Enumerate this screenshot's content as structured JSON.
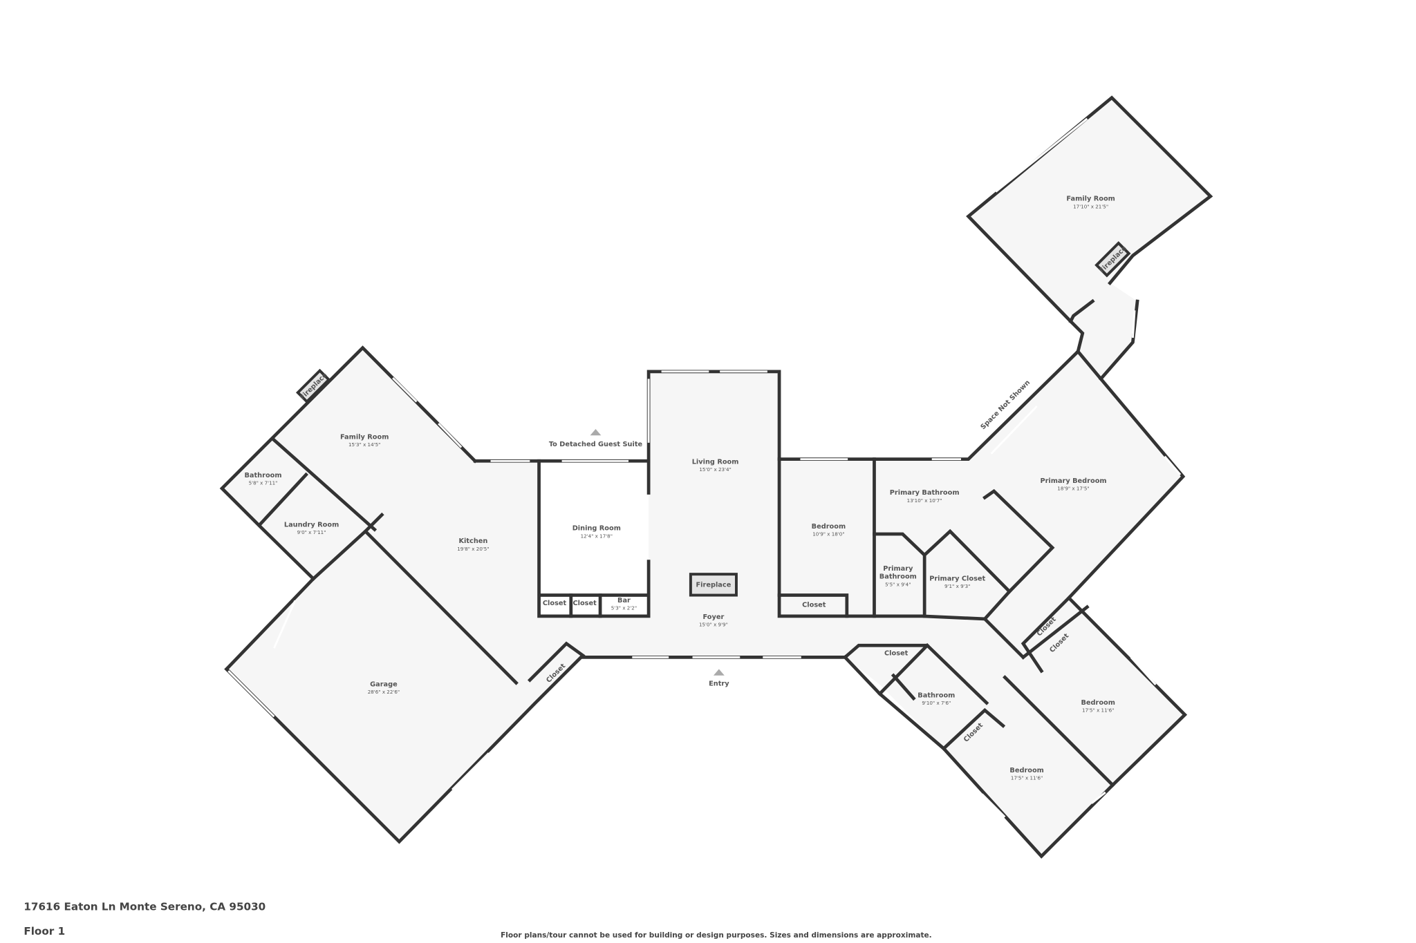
{
  "floor_plan": {
    "rooms": [
      {
        "name": "Family Room",
        "dims": "15'3\" x 14'5\""
      },
      {
        "name": "Bathroom",
        "dims": "5'8\" x 7'11\""
      },
      {
        "name": "Laundry Room",
        "dims": "9'0\" x 7'11\""
      },
      {
        "name": "Kitchen",
        "dims": "19'8\" x 20'5\""
      },
      {
        "name": "Garage",
        "dims": "28'6\" x 22'6\""
      },
      {
        "name": "Dining Room",
        "dims": "12'4\" x 17'8\""
      },
      {
        "name": "Living Room",
        "dims": "15'0\" x 23'4\""
      },
      {
        "name": "Foyer",
        "dims": "15'0\" x 9'9\""
      },
      {
        "name": "Bar",
        "dims": "5'3\" x 2'2\""
      },
      {
        "name": "Bedroom",
        "dims": "10'9\" x 18'0\""
      },
      {
        "name": "Primary Bathroom",
        "dims": "13'10\" x 10'7\""
      },
      {
        "name": "Primary Bathroom",
        "dims": "5'5\" x 9'4\""
      },
      {
        "name": "Primary Closet",
        "dims": "9'1\" x 9'3\""
      },
      {
        "name": "Primary Bedroom",
        "dims": "18'9\" x 17'5\""
      },
      {
        "name": "Family Room",
        "dims": "17'10\" x 21'5\""
      },
      {
        "name": "Bathroom",
        "dims": "9'10\" x 7'6\""
      },
      {
        "name": "Bedroom",
        "dims": "17'5\" x 11'6\""
      },
      {
        "name": "Bedroom",
        "dims": "17'5\" x 11'6\""
      }
    ],
    "closet_label": "Closet",
    "fireplace_label": "Fireplace",
    "space_not_shown": "Space Not Shown",
    "guest_suite_marker": "To Detached Guest Suite",
    "entry_marker": "Entry",
    "marker_icon": "triangle-up-icon",
    "wall_color": "#333333",
    "floor_color": "#f6f6f6"
  },
  "footer": {
    "address": "17616 Eaton Ln Monte Sereno, CA 95030",
    "floor": "Floor 1",
    "disclaimer": "Floor plans/tour cannot be used for building or design purposes. Sizes and dimensions are approximate."
  }
}
